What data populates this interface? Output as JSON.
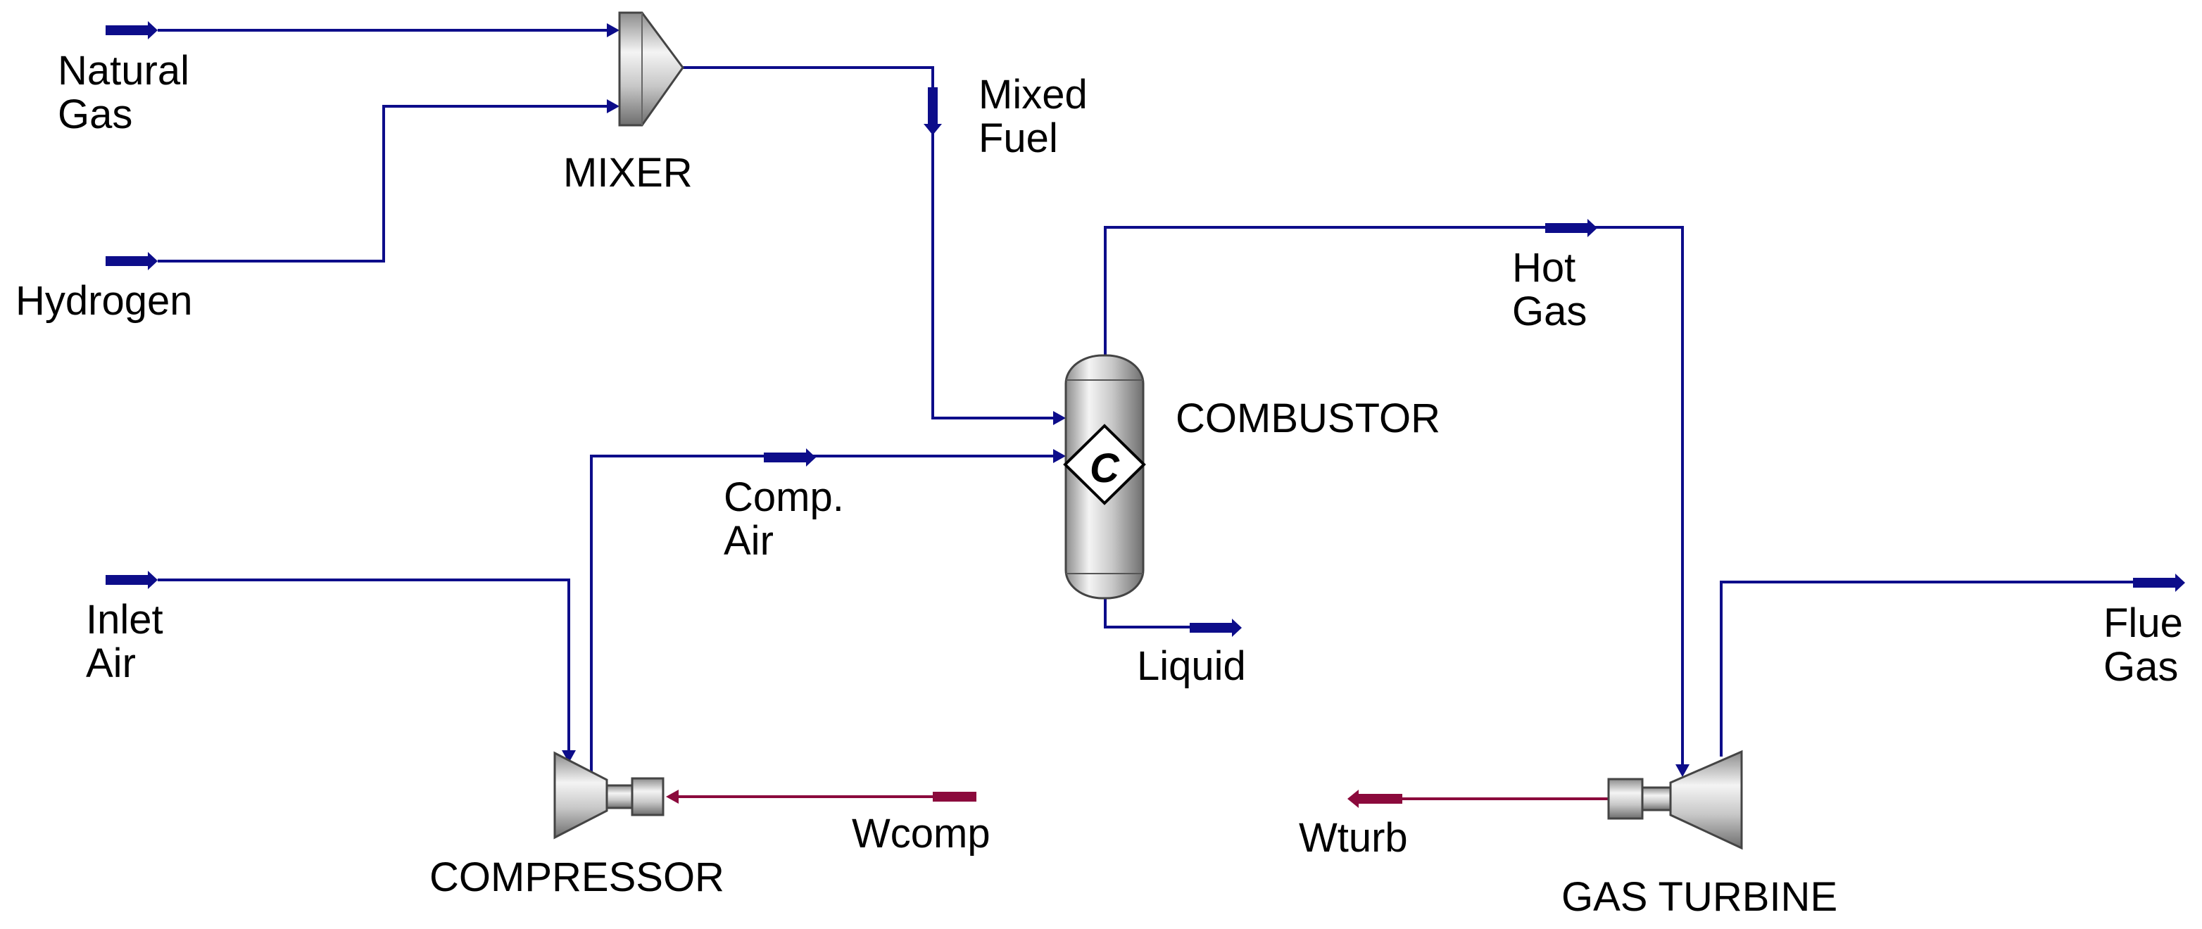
{
  "colors": {
    "material_stream": "#0d0d8a",
    "work_stream": "#8b0a3c",
    "equipment_outline": "#444444",
    "background": "#ffffff"
  },
  "blocks": {
    "mixer": {
      "name": "MIXER"
    },
    "combustor": {
      "name": "COMBUSTOR",
      "symbol": "C"
    },
    "compressor": {
      "name": "COMPRESSOR"
    },
    "turbine": {
      "name": "GAS TURBINE"
    }
  },
  "streams": {
    "natural_gas": {
      "line1": "Natural",
      "line2": "Gas"
    },
    "hydrogen": {
      "line1": "Hydrogen"
    },
    "mixed_fuel": {
      "line1": "Mixed",
      "line2": "Fuel"
    },
    "hot_gas": {
      "line1": "Hot",
      "line2": "Gas"
    },
    "comp_air": {
      "line1": "Comp.",
      "line2": "Air"
    },
    "inlet_air": {
      "line1": "Inlet",
      "line2": "Air"
    },
    "liquid": {
      "line1": "Liquid"
    },
    "flue_gas": {
      "line1": "Flue",
      "line2": "Gas"
    },
    "wcomp": {
      "line1": "Wcomp"
    },
    "wturb": {
      "line1": "Wturb"
    }
  }
}
